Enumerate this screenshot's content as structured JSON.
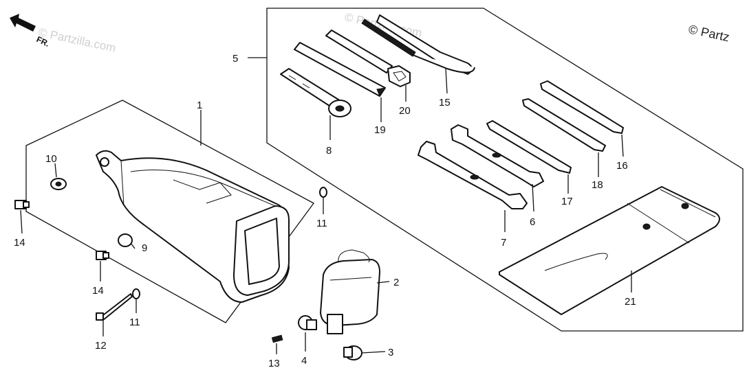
{
  "watermarks": {
    "top_left": "© Partzilla.com",
    "center": "© Partzilla.com",
    "top_right": "© Partz"
  },
  "direction_arrow": "FR.",
  "callouts": [
    "1",
    "2",
    "3",
    "4",
    "5",
    "6",
    "7",
    "8",
    "9",
    "10",
    "11",
    "11",
    "12",
    "13",
    "14",
    "14",
    "15",
    "16",
    "17",
    "18",
    "19",
    "20",
    "21"
  ]
}
